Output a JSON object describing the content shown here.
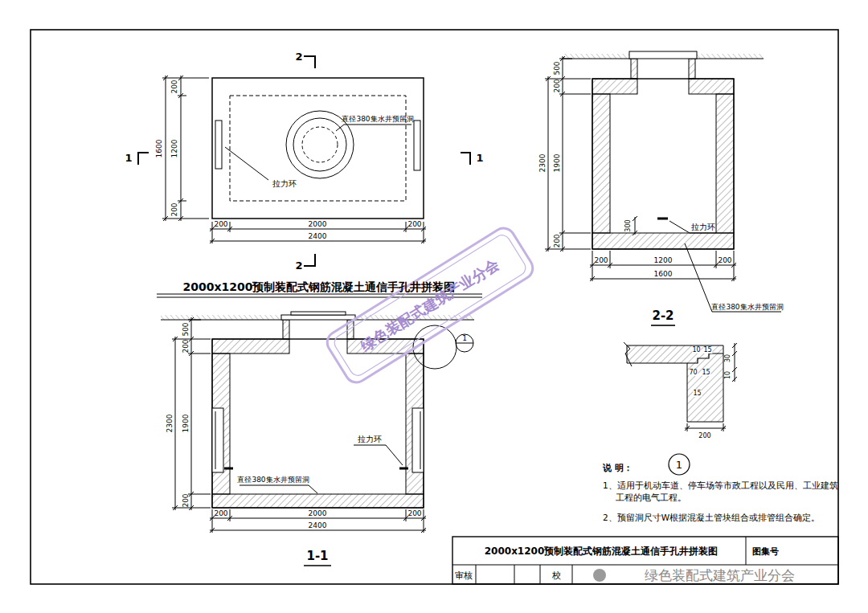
{
  "diagram": {
    "title": "2000x1200预制装配式钢筋混凝土通信手孔井拼装图",
    "labels": [
      "2",
      "2",
      "1",
      "1",
      "200",
      "1200",
      "200",
      "1600",
      "直径380集水井预留洞",
      "拉力环",
      "200",
      "2000",
      "200",
      "2400",
      "500",
      "200",
      "1900",
      "2300",
      "200",
      "拉力环",
      "直径380集水井预留洞",
      "200",
      "2000",
      "200",
      "2400",
      "1-1",
      "1",
      "500",
      "200",
      "1900",
      "2300",
      "200",
      "300",
      "拉力环",
      "200",
      "1200",
      "200",
      "1600",
      "直径380集水井预留洞",
      "2-2",
      "10",
      "15",
      "30",
      "10",
      "70",
      "15",
      "15",
      "200",
      "1",
      "说 明：",
      "1、适用于机动车道、停车场等市政工程以及民用、工业建筑工程的电气工程。",
      "2、预留洞尺寸W根据混凝土管块组合或排管组合确定。",
      "2000x1200预制装配式钢筋混凝土通信手孔井拼装图",
      "图集号",
      "审核",
      "校",
      "绿色装配式建筑产业分会",
      "绿色装配式建筑产业分会"
    ]
  }
}
